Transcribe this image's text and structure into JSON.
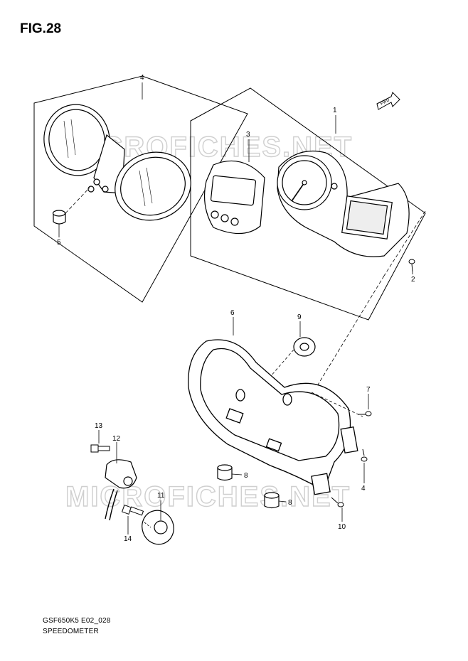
{
  "figure": {
    "title": "FIG.28",
    "model_code": "GSF650K5 E02_028",
    "section_name": "SPEEDOMETER"
  },
  "watermark": "MICROFICHES.NET",
  "direction_marker": "FWD",
  "callouts": [
    {
      "id": "1",
      "part": "meter-assembly"
    },
    {
      "id": "2",
      "part": "screw"
    },
    {
      "id": "3",
      "part": "lcd-display-panel"
    },
    {
      "id": "4",
      "part": "meter-cover"
    },
    {
      "id": "4",
      "part": "screw-lower"
    },
    {
      "id": "5",
      "part": "reset-knob"
    },
    {
      "id": "6",
      "part": "meter-case"
    },
    {
      "id": "7",
      "part": "screw"
    },
    {
      "id": "8",
      "part": "cushion"
    },
    {
      "id": "8",
      "part": "cushion"
    },
    {
      "id": "9",
      "part": "grommet"
    },
    {
      "id": "10",
      "part": "screw"
    },
    {
      "id": "11",
      "part": "speed-sensor-rotor"
    },
    {
      "id": "12",
      "part": "speed-sensor"
    },
    {
      "id": "13",
      "part": "bolt"
    },
    {
      "id": "14",
      "part": "bolt"
    }
  ]
}
